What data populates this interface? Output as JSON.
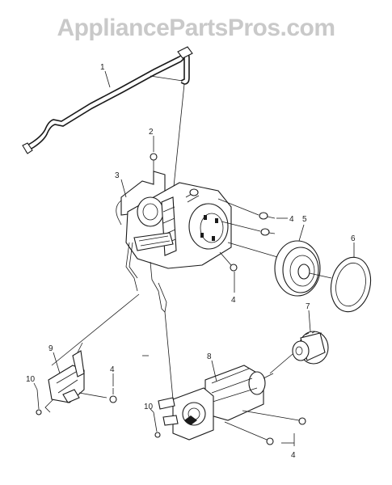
{
  "watermark": "AppliancePartsPros.com",
  "callouts": [
    {
      "id": "c1",
      "text": "1"
    },
    {
      "id": "c2",
      "text": "2"
    },
    {
      "id": "c3",
      "text": "3"
    },
    {
      "id": "c4a",
      "text": "4"
    },
    {
      "id": "c4b",
      "text": "4"
    },
    {
      "id": "c4c",
      "text": "4"
    },
    {
      "id": "c4d",
      "text": "4"
    },
    {
      "id": "c5",
      "text": "5"
    },
    {
      "id": "c6",
      "text": "6"
    },
    {
      "id": "c7",
      "text": "7"
    },
    {
      "id": "c8",
      "text": "8"
    },
    {
      "id": "c9",
      "text": "9"
    },
    {
      "id": "c10a",
      "text": "10"
    },
    {
      "id": "c10b",
      "text": "10"
    }
  ],
  "colors": {
    "ink": "#1a1a1a",
    "watermark": "#c9c9c9",
    "background": "#ffffff"
  }
}
